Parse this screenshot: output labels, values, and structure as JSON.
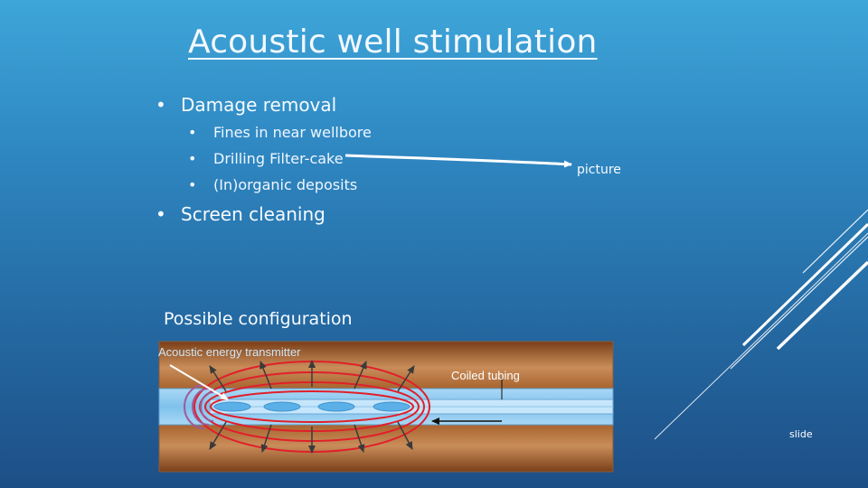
{
  "slide": {
    "title": "Acoustic well stimulation",
    "bullets": [
      {
        "label": "Damage removal",
        "sub": [
          "Fines in near wellbore",
          "Drilling Filter-cake",
          "(In)organic deposits"
        ]
      },
      {
        "label": "Screen cleaning",
        "sub": []
      }
    ],
    "picture_label": "picture",
    "configuration_title": "Possible configuration",
    "diagram": {
      "transmitter_label": "Acoustic energy transmitter",
      "tubing_label": "Coiled tubing"
    },
    "corner_label": "slide"
  },
  "colors": {
    "background_top": "#3ea6d9",
    "background_bottom": "#1d4f86",
    "formation": "#9b5a2c",
    "wellbore": "#8fc8ee",
    "waves": "#e0202a"
  }
}
